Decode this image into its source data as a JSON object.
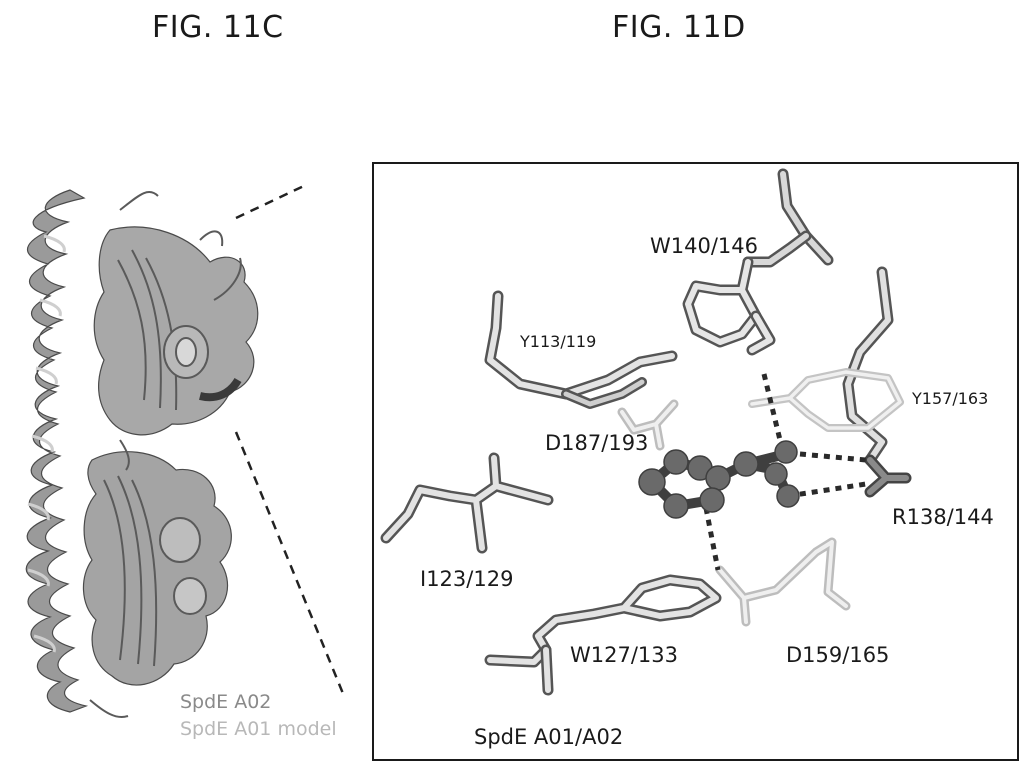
{
  "figures": {
    "c": {
      "title": "FIG. 11C",
      "legend": [
        "SpdE A02",
        "SpdE A01 model"
      ]
    },
    "d": {
      "title": "FIG. 11D",
      "residues": {
        "w140": "W140/146",
        "y113": "Y113/119",
        "d187": "D187/193",
        "y157": "Y157/163",
        "r138": "R138/144",
        "i123": "I123/129",
        "w127": "W127/133",
        "d159": "D159/165"
      },
      "caption": "SpdE A01/A02"
    }
  }
}
